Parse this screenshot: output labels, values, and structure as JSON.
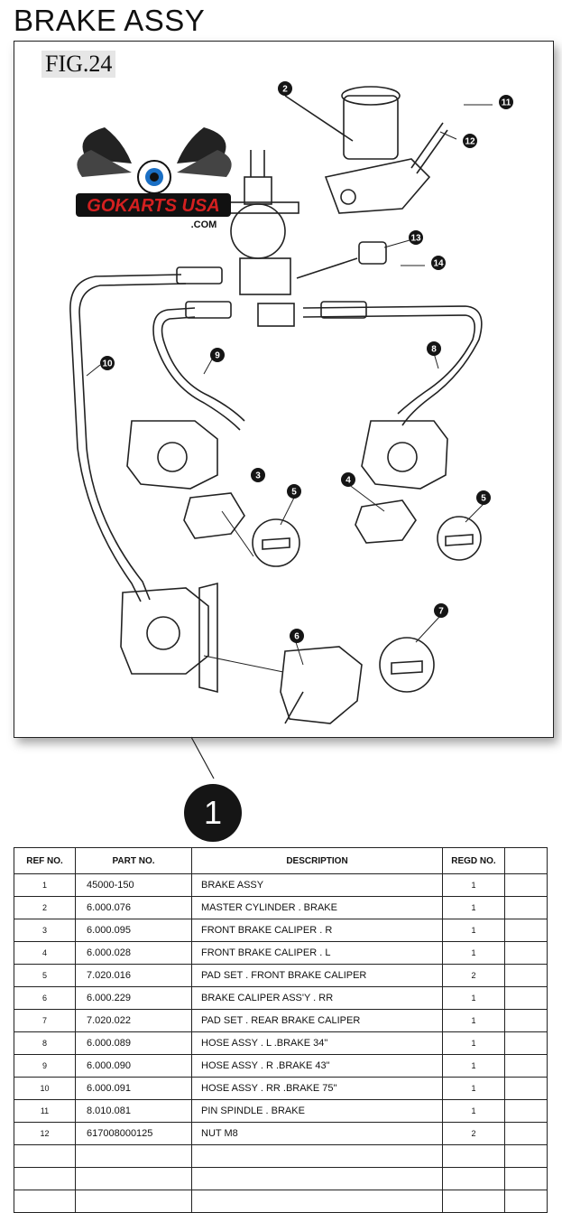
{
  "page_title": "BRAKE ASSY",
  "figure_label": "FIG.24",
  "logo": {
    "brand": "GOKARTS USA",
    "suffix": ".COM"
  },
  "callout_number": "1",
  "diagram_callouts": [
    "2",
    "3",
    "4",
    "5",
    "5",
    "6",
    "7",
    "8",
    "9",
    "10",
    "11",
    "12",
    "13",
    "14"
  ],
  "table": {
    "headers": [
      "REF NO.",
      "PART NO.",
      "DESCRIPTION",
      "REGD NO.",
      ""
    ],
    "rows": [
      {
        "ref": "1",
        "part": "45000-150",
        "desc": "BRAKE ASSY",
        "qty": "1"
      },
      {
        "ref": "2",
        "part": "6.000.076",
        "desc": "MASTER CYLINDER . BRAKE",
        "qty": "1"
      },
      {
        "ref": "3",
        "part": "6.000.095",
        "desc": "FRONT BRAKE CALIPER . R",
        "qty": "1"
      },
      {
        "ref": "4",
        "part": "6.000.028",
        "desc": "FRONT BRAKE CALIPER . L",
        "qty": "1"
      },
      {
        "ref": "5",
        "part": "7.020.016",
        "desc": "PAD SET . FRONT BRAKE CALIPER",
        "qty": "2"
      },
      {
        "ref": "6",
        "part": "6.000.229",
        "desc": "BRAKE CALIPER ASS'Y . RR",
        "qty": "1"
      },
      {
        "ref": "7",
        "part": "7.020.022",
        "desc": "PAD SET . REAR  BRAKE CALIPER",
        "qty": "1"
      },
      {
        "ref": "8",
        "part": "6.000.089",
        "desc": "HOSE ASSY . L .BRAKE 34\"",
        "qty": "1"
      },
      {
        "ref": "9",
        "part": "6.000.090",
        "desc": "HOSE ASSY . R .BRAKE 43\"",
        "qty": "1"
      },
      {
        "ref": "10",
        "part": "6.000.091",
        "desc": "HOSE ASSY . RR .BRAKE 75\"",
        "qty": "1"
      },
      {
        "ref": "11",
        "part": "8.010.081",
        "desc": "PIN SPINDLE . BRAKE",
        "qty": "1"
      },
      {
        "ref": "12",
        "part": "617008000125",
        "desc": "NUT M8",
        "qty": "2"
      },
      {
        "ref": "",
        "part": "",
        "desc": "",
        "qty": ""
      },
      {
        "ref": "",
        "part": "",
        "desc": "",
        "qty": ""
      },
      {
        "ref": "",
        "part": "",
        "desc": "",
        "qty": ""
      }
    ]
  },
  "colors": {
    "logo_red": "#d42020",
    "logo_blue": "#1a6fc4",
    "ink": "#111111"
  }
}
